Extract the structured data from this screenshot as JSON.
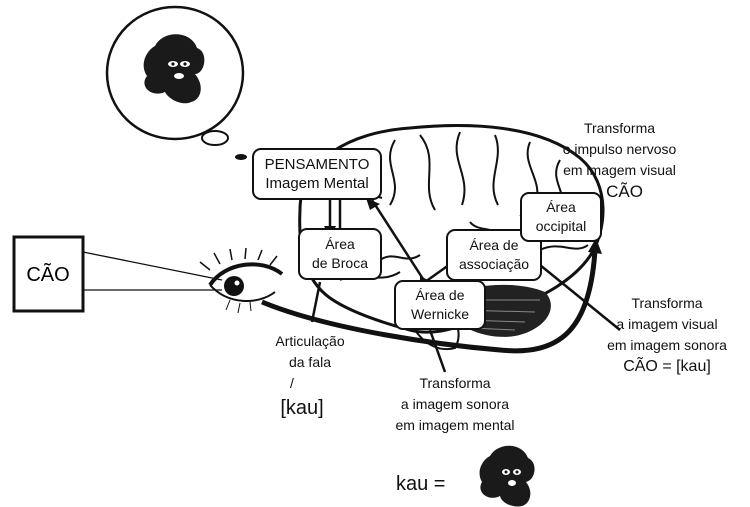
{
  "stimulus": {
    "word": "CÃO"
  },
  "thought": {
    "line1": "PENSAMENTO",
    "line2": "Imagem Mental"
  },
  "areas": {
    "broca": {
      "line1": "Área",
      "line2": "de Broca"
    },
    "wernicke": {
      "line1": "Área de",
      "line2": "Wernicke"
    },
    "association": {
      "line1": "Área de",
      "line2": "associação"
    },
    "occipital": {
      "line1": "Área",
      "line2": "occipital"
    }
  },
  "labels": {
    "occipital_desc": {
      "l1": "Transforma",
      "l2": "o impulso nervoso",
      "l3": "em imagem visual",
      "l4": "CÃO"
    },
    "association_desc": {
      "l1": "Transforma",
      "l2": "a imagem visual",
      "l3": "em imagem sonora",
      "l4": "CÃO = [kau]"
    },
    "wernicke_desc": {
      "l1": "Transforma",
      "l2": "a imagem sonora",
      "l3": "em imagem mental"
    },
    "speech": {
      "l1": "Articulação",
      "l2": "da fala",
      "l3": "/",
      "l4": "[kau]"
    },
    "equation": "kau ="
  }
}
